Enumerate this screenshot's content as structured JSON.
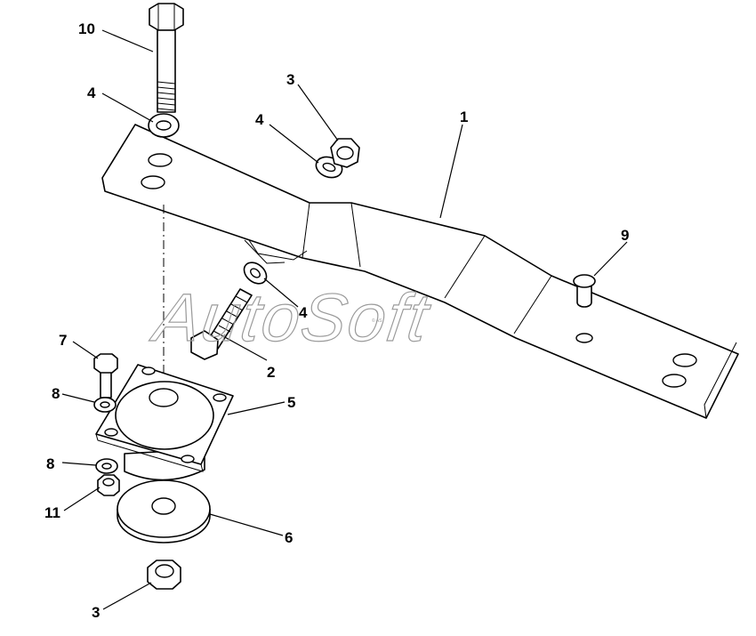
{
  "callouts": {
    "c1": "1",
    "c2": "2",
    "c3a": "3",
    "c3b": "3",
    "c4a": "4",
    "c4b": "4",
    "c4c": "4",
    "c5": "5",
    "c6": "6",
    "c7": "7",
    "c8a": "8",
    "c8b": "8",
    "c9": "9",
    "c10": "10",
    "c11": "11"
  },
  "watermark": {
    "text": "AutoSoft",
    "small": "© AS"
  }
}
